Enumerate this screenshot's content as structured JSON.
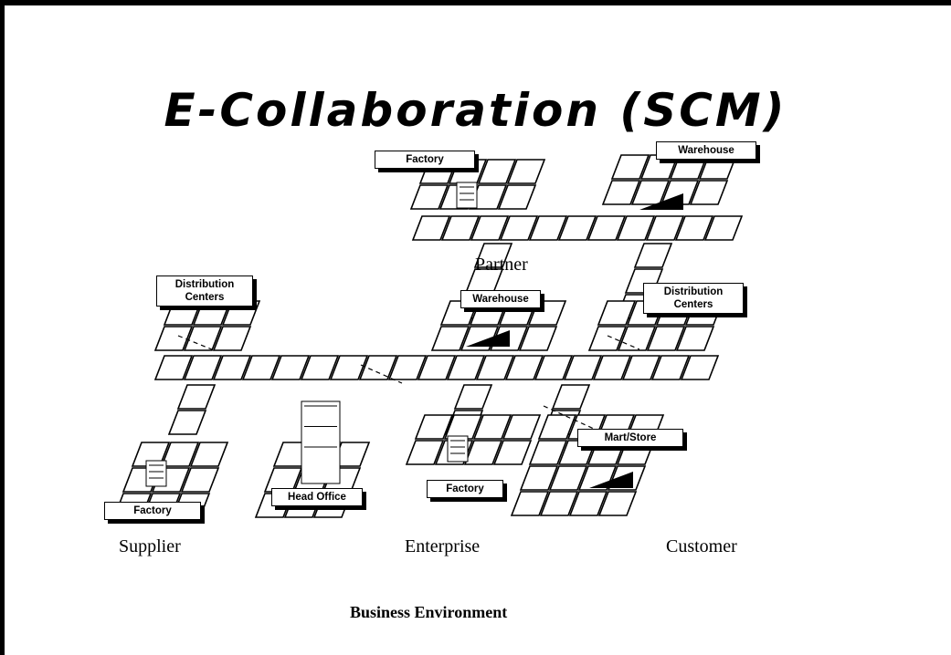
{
  "title": "E-Collaboration (SCM)",
  "nodes": {
    "factory_top": "Factory",
    "warehouse_top": "Warehouse",
    "distribution_left": "Distribution\nCenters",
    "warehouse_mid": "Warehouse",
    "distribution_right": "Distribution\nCenters",
    "mart_store": "Mart/Store",
    "head_office": "Head Office",
    "factory_center": "Factory",
    "factory_left": "Factory"
  },
  "partner_label": "Partner",
  "columns": {
    "supplier": "Supplier",
    "enterprise": "Enterprise",
    "customer": "Customer"
  },
  "footer": "Business Environment"
}
